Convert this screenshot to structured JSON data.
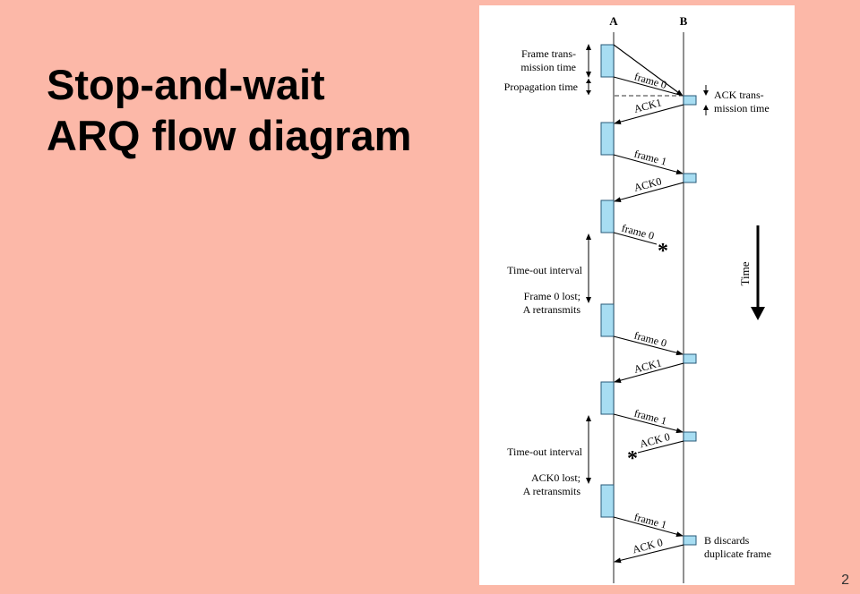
{
  "slide": {
    "title_line1": "Stop-and-wait",
    "title_line2": "ARQ flow diagram",
    "page_number": "2"
  },
  "diagram": {
    "station_a": "A",
    "station_b": "B",
    "left_labels": {
      "frame_transmission_line1": "Frame trans-",
      "frame_transmission_line2": "mission time",
      "propagation_time": "Propagation time",
      "timeout1": "Time-out interval",
      "frame0_lost_line1": "Frame 0 lost;",
      "frame0_lost_line2": "A retransmits",
      "timeout2": "Time-out interval",
      "ack0_lost_line1": "ACK0 lost;",
      "ack0_lost_line2": "A retransmits"
    },
    "right_labels": {
      "ack_transmission_line1": "ACK trans-",
      "ack_transmission_line2": "mission time",
      "b_discards_line1": "B discards",
      "b_discards_line2": "duplicate frame"
    },
    "messages": [
      "frame 0",
      "ACK1",
      "frame 1",
      "ACK0",
      "frame 0",
      "frame 0",
      "ACK1",
      "frame 1",
      "ACK 0",
      "frame 1",
      "ACK 0"
    ],
    "lost_marker": "*",
    "time_label": "Time",
    "colors": {
      "frame_box": "#A7DDF2",
      "slide_background": "#FCB8A8"
    }
  }
}
